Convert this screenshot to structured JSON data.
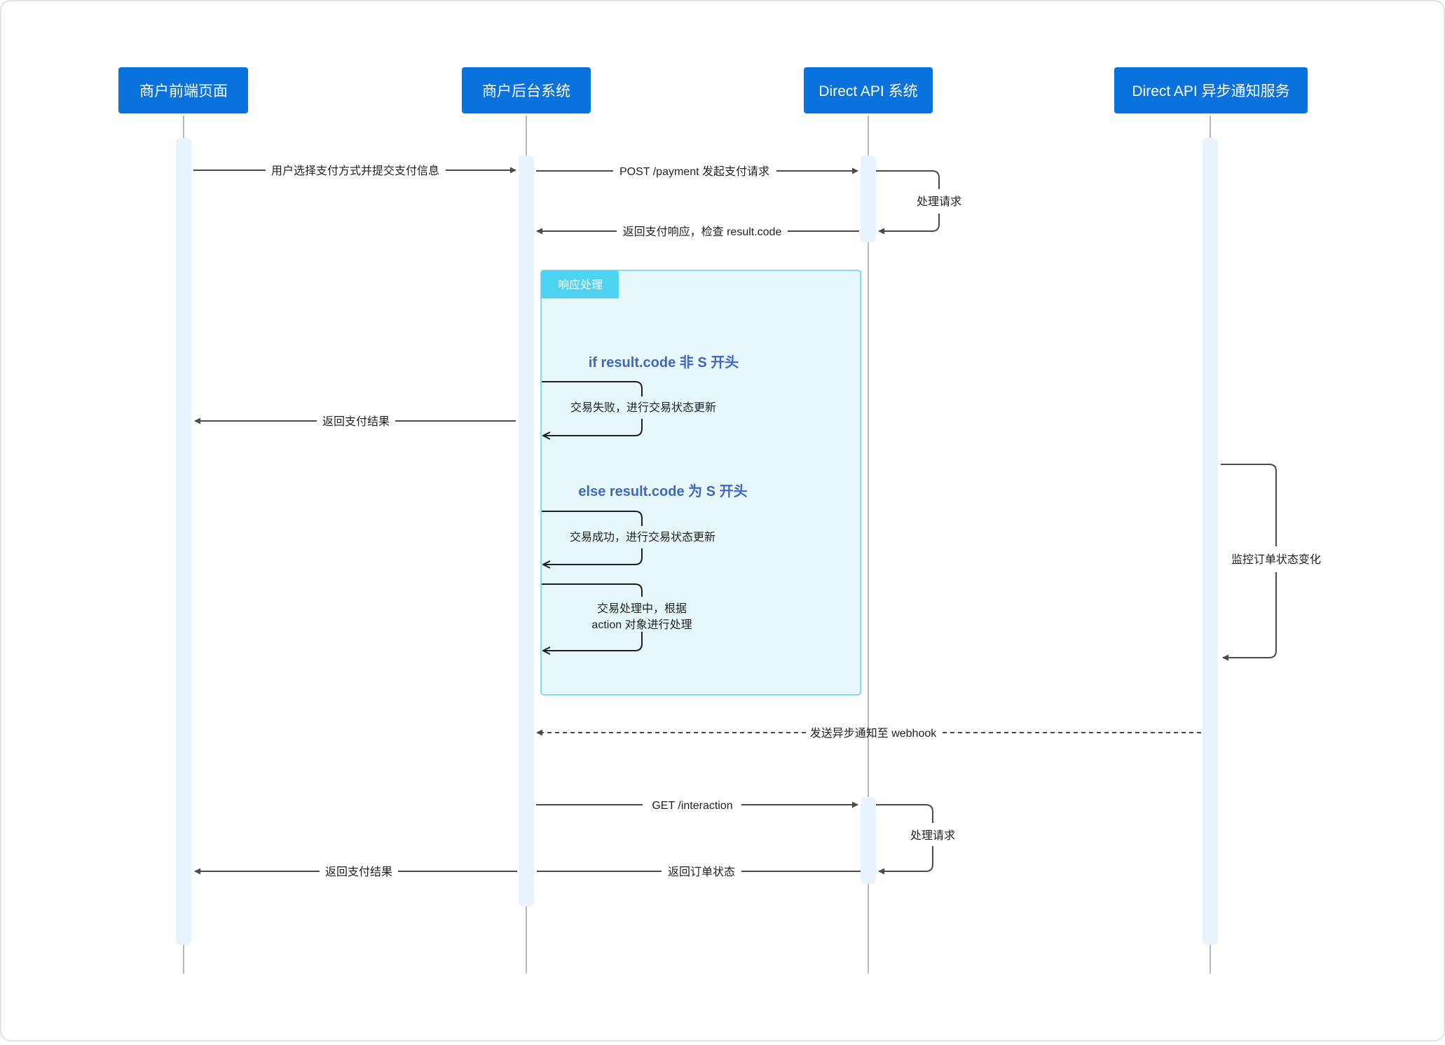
{
  "participants": [
    {
      "id": "frontend",
      "label": "商户前端页面"
    },
    {
      "id": "backend",
      "label": "商户后台系统"
    },
    {
      "id": "api",
      "label": "Direct API 系统"
    },
    {
      "id": "notify",
      "label": "Direct API 异步通知服务"
    }
  ],
  "messages": {
    "submit": "用户选择支付方式并提交支付信息",
    "post_payment": "POST /payment 发起支付请求",
    "process_1": "处理请求",
    "return_response": "返回支付响应，检查 result.code",
    "return_result_1": "返回支付结果",
    "monitor": "监控订单状态变化",
    "webhook": "发送异步通知至 webhook",
    "get_interaction": "GET /interaction",
    "process_2": "处理请求",
    "return_status": "返回订单状态",
    "return_result_2": "返回支付结果"
  },
  "fragment": {
    "title": "响应处理",
    "cond_if": "if result.code 非 S 开头",
    "if_self": "交易失败，进行交易状态更新",
    "cond_else": "else result.code 为 S 开头",
    "else_self_1": "交易成功，进行交易状态更新",
    "else_self_2_line1": "交易处理中，根据",
    "else_self_2_line2": "action 对象进行处理"
  },
  "colors": {
    "header": "#0a72dc",
    "activation": "#e9f3ff",
    "lifeline": "#b9b9b9",
    "arrow": "#4a4a4a",
    "fragment_fill": "#e6f8fb",
    "fragment_border": "#5ed3ea",
    "fragment_tag": "#4fd3f2",
    "condition_text": "#3f66c4"
  }
}
